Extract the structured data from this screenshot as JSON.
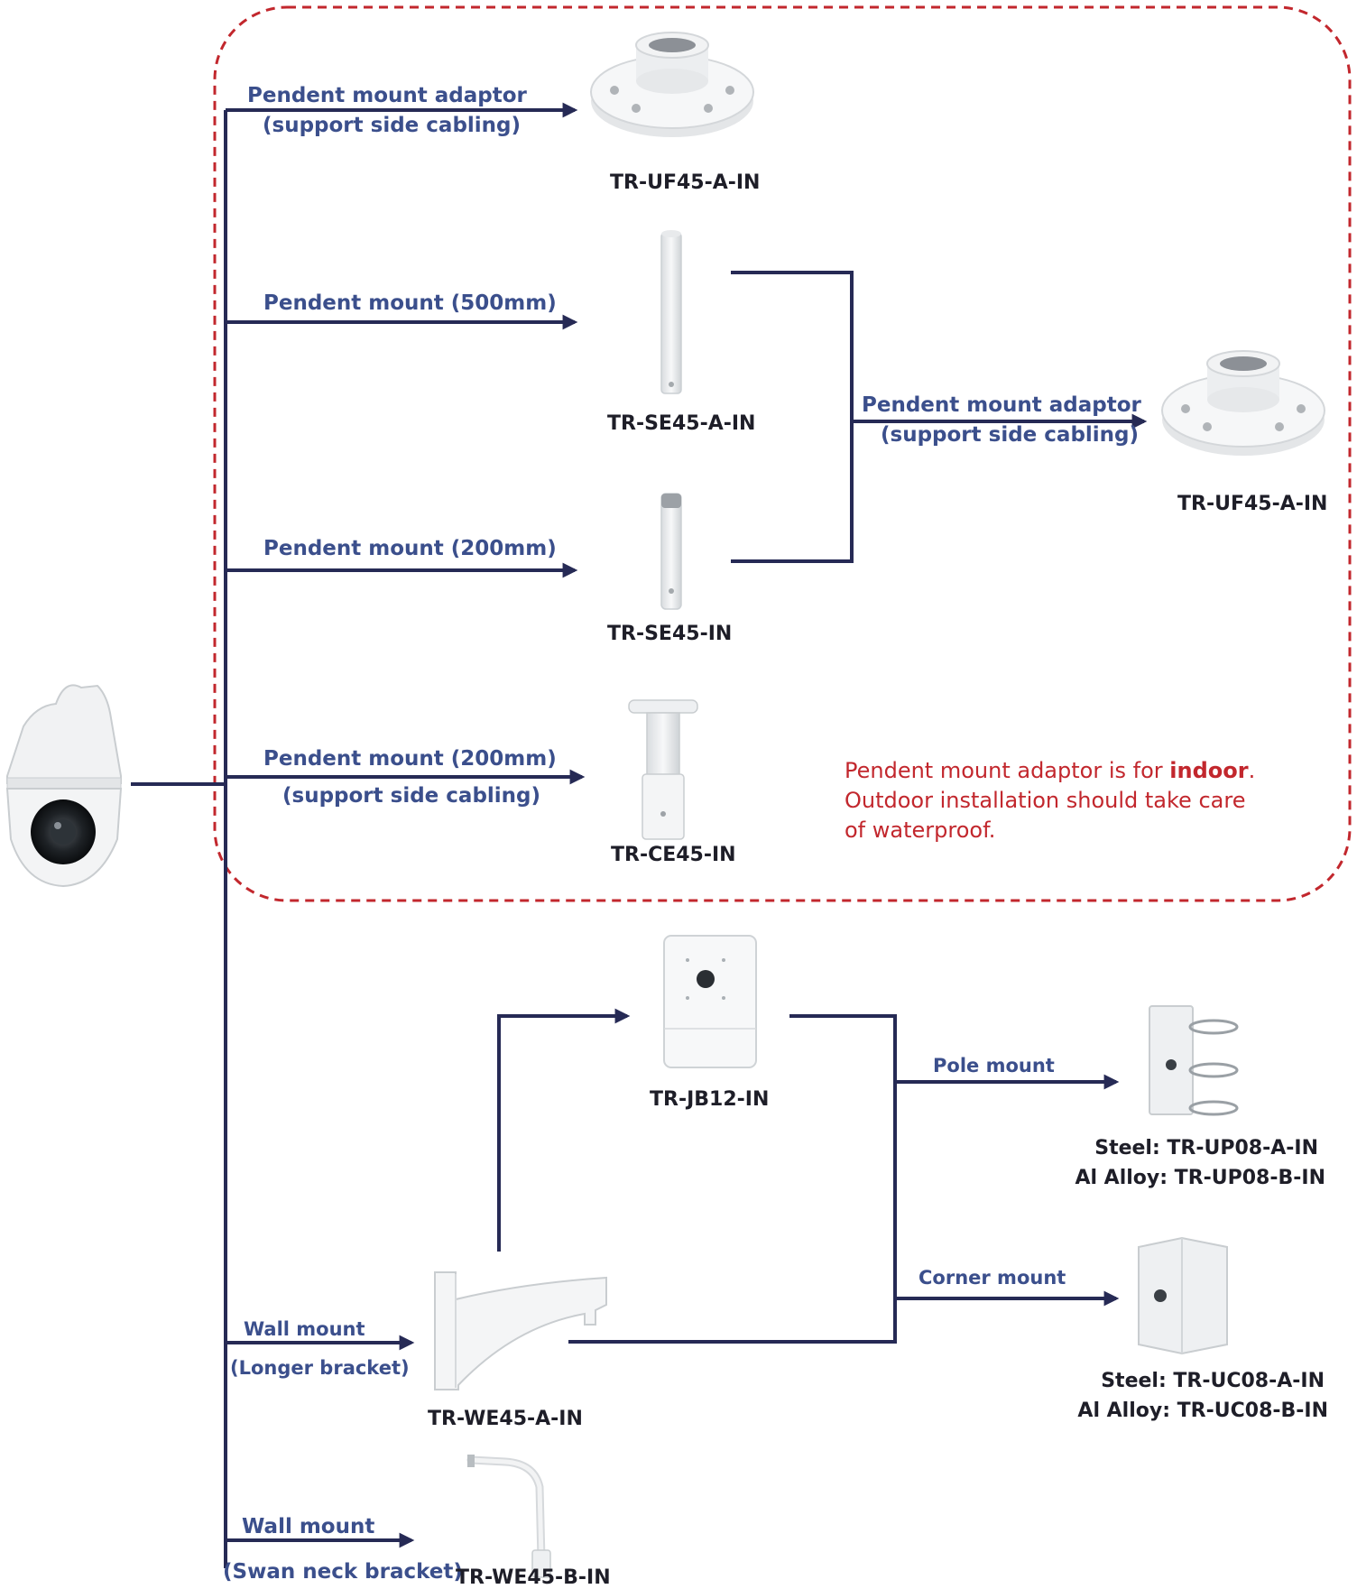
{
  "colors": {
    "line": "#262a55",
    "dashed_border": "#c2272d",
    "label": "#3b4f8c",
    "code": "#1e1e28",
    "note": "#c2272d"
  },
  "labels": {
    "adaptor_1": "Pendent mount adaptor",
    "adaptor_1_sub": "(support side cabling)",
    "pendent_500": "Pendent mount (500mm)",
    "pendent_200": "Pendent mount (200mm)",
    "pendent_200_side": "Pendent mount (200mm)",
    "pendent_200_side_sub": "(support side cabling)",
    "adaptor_2": "Pendent mount adaptor",
    "adaptor_2_sub": "(support side cabling)",
    "pole_mount": "Pole mount",
    "corner_mount": "Corner mount",
    "wall_long": "Wall mount",
    "wall_long_sub": "(Longer bracket)",
    "wall_swan": "Wall mount",
    "wall_swan_sub": "(Swan neck bracket)"
  },
  "codes": {
    "uf45_top": "TR-UF45-A-IN",
    "se45a": "TR-SE45-A-IN",
    "se45": "TR-SE45-IN",
    "ce45": "TR-CE45-IN",
    "uf45_right": "TR-UF45-A-IN",
    "jb12": "TR-JB12-IN",
    "up08_steel": "Steel:  TR-UP08-A-IN",
    "up08_alloy": "Al Alloy:  TR-UP08-B-IN",
    "uc08_steel": "Steel:  TR-UC08-A-IN",
    "uc08_alloy": "Al Alloy: TR-UC08-B-IN",
    "we45a": "TR-WE45-A-IN",
    "we45b": "TR-WE45-B-IN"
  },
  "note": {
    "part1": "Pendent  mount adaptor is for ",
    "bold": "indoor",
    "part2": ". Outdoor installation should take care of waterproof."
  },
  "icons": [
    "ptz-camera-image",
    "flange-adaptor-image",
    "long-pole-image",
    "short-pole-image",
    "pendant-mount-image",
    "junction-box-image",
    "pole-mount-image",
    "corner-mount-image",
    "wall-bracket-image",
    "swan-neck-bracket-image"
  ]
}
